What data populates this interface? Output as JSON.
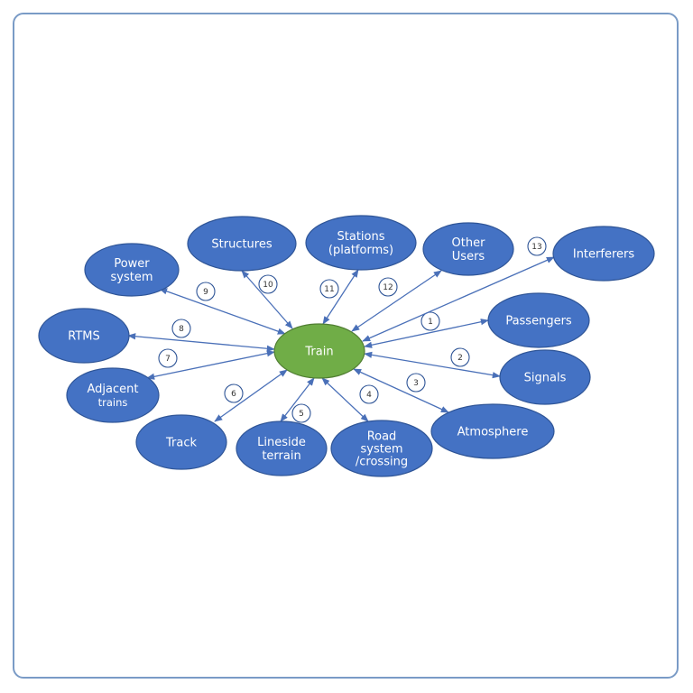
{
  "diagram": {
    "center": {
      "id": "train",
      "lines": [
        "Train"
      ]
    },
    "nodes": [
      {
        "id": "power-system",
        "lines": [
          "Power",
          "system"
        ]
      },
      {
        "id": "structures",
        "lines": [
          "Structures"
        ]
      },
      {
        "id": "stations",
        "lines": [
          "Stations",
          "(platforms)"
        ]
      },
      {
        "id": "other-users",
        "lines": [
          "Other",
          "Users"
        ]
      },
      {
        "id": "interferers",
        "lines": [
          "Interferers"
        ]
      },
      {
        "id": "passengers",
        "lines": [
          "Passengers"
        ]
      },
      {
        "id": "signals",
        "lines": [
          "Signals"
        ]
      },
      {
        "id": "atmosphere",
        "lines": [
          "Atmosphere"
        ]
      },
      {
        "id": "road-system",
        "lines": [
          "Road",
          "system",
          "/crossing"
        ]
      },
      {
        "id": "lineside-terrain",
        "lines": [
          "Lineside",
          "terrain"
        ]
      },
      {
        "id": "track",
        "lines": [
          "Track"
        ]
      },
      {
        "id": "adjacent-trains",
        "lines": [
          "Adjacent",
          "trains"
        ]
      },
      {
        "id": "rtms",
        "lines": [
          "RTMS"
        ]
      }
    ],
    "links": [
      {
        "to": "passengers",
        "label": "1"
      },
      {
        "to": "signals",
        "label": "2"
      },
      {
        "to": "atmosphere",
        "label": "3"
      },
      {
        "to": "road-system",
        "label": "4"
      },
      {
        "to": "lineside-terrain",
        "label": "5"
      },
      {
        "to": "track",
        "label": "6"
      },
      {
        "to": "adjacent-trains",
        "label": "7"
      },
      {
        "to": "rtms",
        "label": "8"
      },
      {
        "to": "power-system",
        "label": "9"
      },
      {
        "to": "structures",
        "label": "10"
      },
      {
        "to": "stations",
        "label": "11"
      },
      {
        "to": "other-users",
        "label": "12"
      },
      {
        "to": "interferers",
        "label": "13"
      }
    ],
    "colors": {
      "node_fill": "#4472c4",
      "node_stroke": "#2f5597",
      "center_fill": "#70ad47",
      "center_stroke": "#507e32",
      "arrow": "#4a70b8",
      "frame": "#7a9bc6"
    }
  }
}
